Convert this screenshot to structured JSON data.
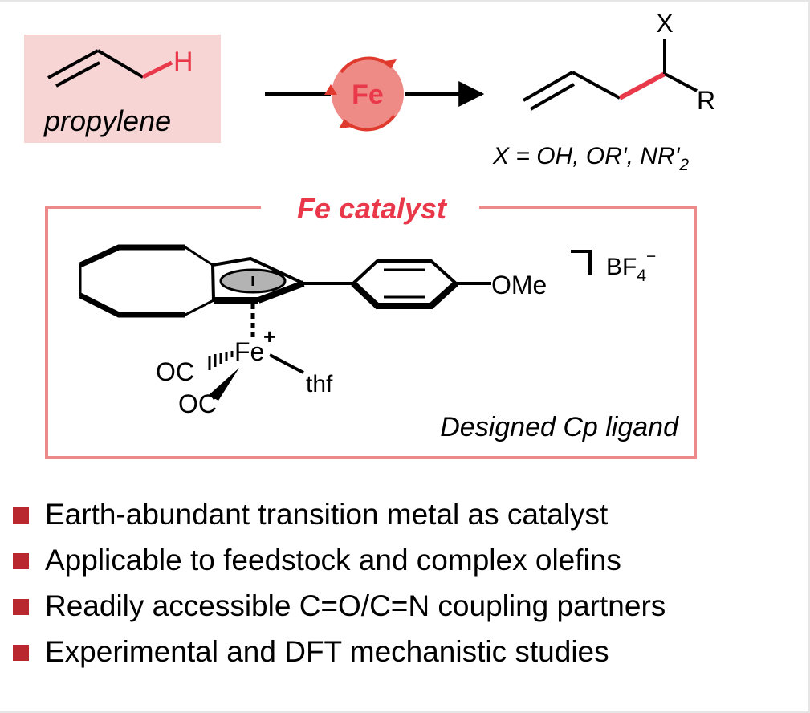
{
  "colors": {
    "accent_red": "#e8384a",
    "box_fill": "#f7d5d5",
    "box_border": "#ec8a8a",
    "bullet": "#b9282f",
    "fe_circle": "#ef8b86",
    "fe_arrows": "#e03a2e",
    "cp_fill": "#b3b3b3"
  },
  "reaction": {
    "reactant_h": "H",
    "reactant_name": "propylene",
    "catalyst_symbol": "Fe",
    "product_x": "X",
    "product_r": "R",
    "product_note_x": "X",
    "product_note_rest": " = OH, OR', NR'",
    "product_note_sub": "2"
  },
  "catalyst": {
    "title": "Fe catalyst",
    "ome": "OMe",
    "counterion_base": "BF",
    "counterion_sub": "4",
    "counterion_sup": "−",
    "metal": "Fe",
    "charge": "+",
    "ligand_co_top": "OC",
    "ligand_co_bottom": "OC",
    "ligand_thf": "thf",
    "caption": "Designed Cp ligand"
  },
  "bullets": [
    "Earth-abundant transition metal as catalyst",
    "Applicable to feedstock and complex olefins",
    "Readily accessible C=O/C=N coupling partners",
    "Experimental and DFT mechanistic studies"
  ]
}
